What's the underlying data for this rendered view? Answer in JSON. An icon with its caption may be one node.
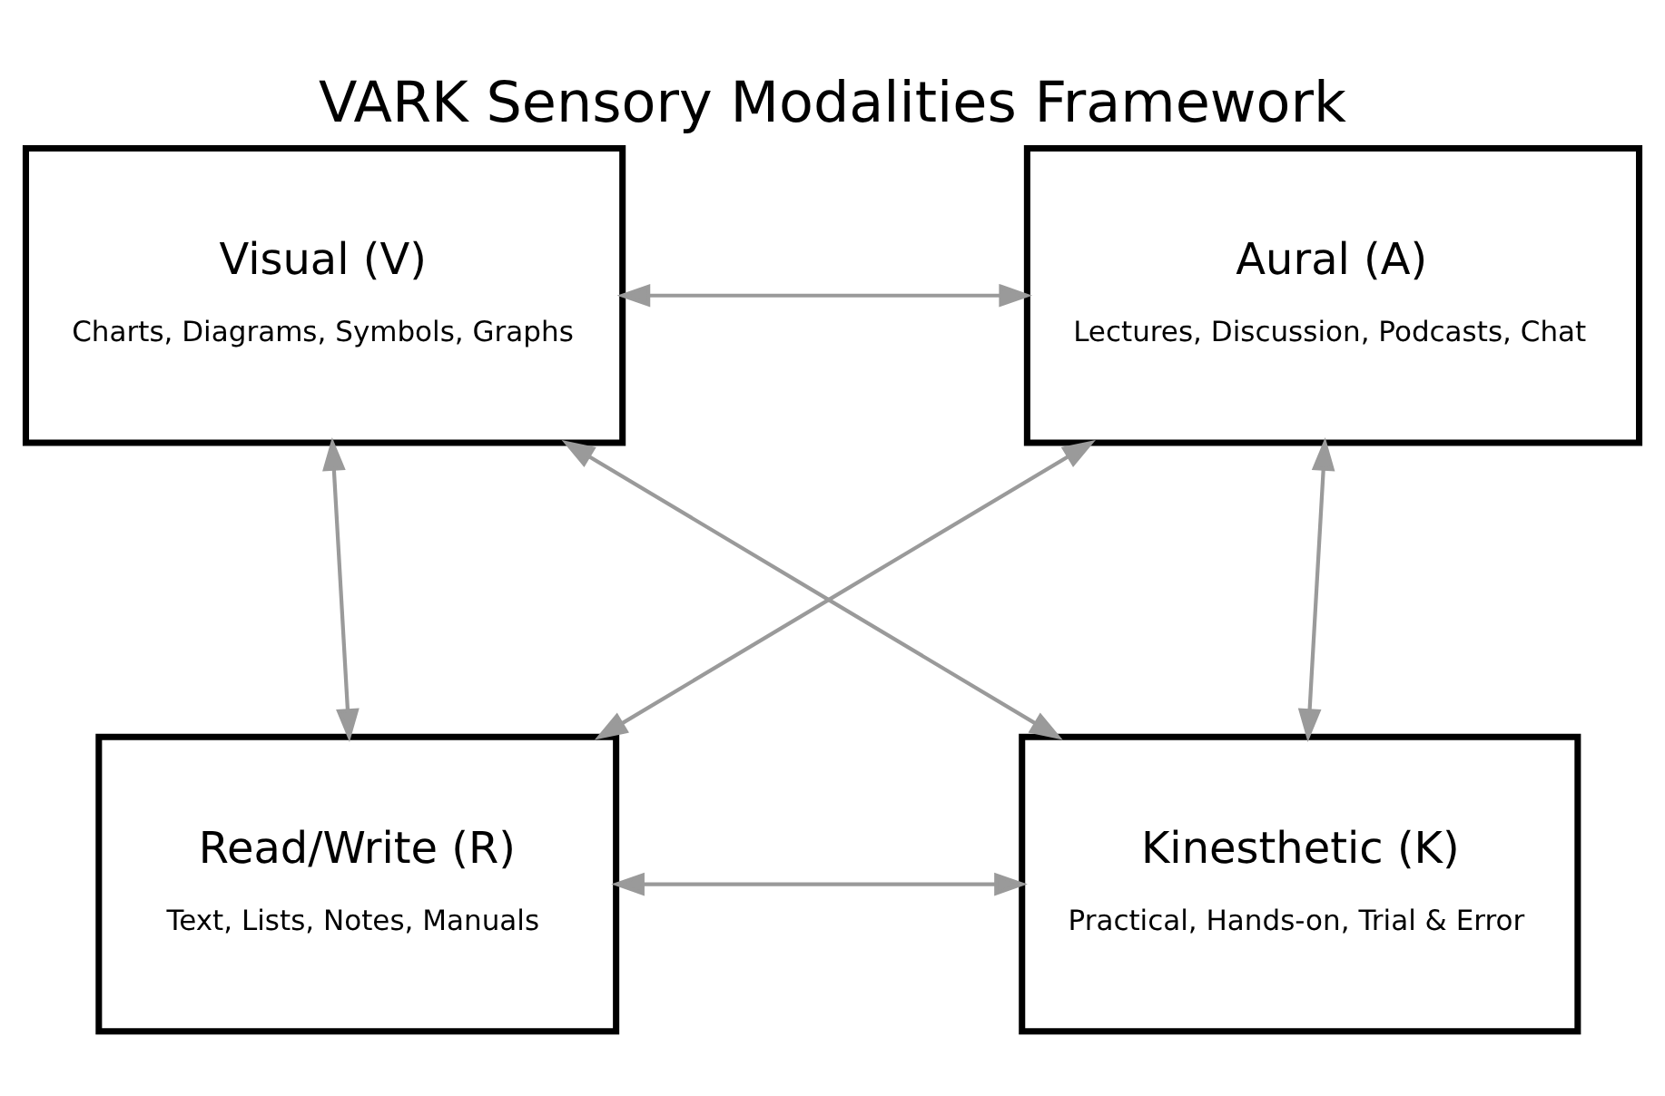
{
  "diagram": {
    "title": "VARK Sensory Modalities Framework",
    "nodes": [
      {
        "text": [
          "Visual (V)",
          "Charts, Diagrams, Symbols, Graphs"
        ]
      },
      {
        "text": [
          "Aural (A)",
          "Lectures, Discussion, Podcasts, Chat"
        ]
      },
      {
        "text": [
          "Read/Write (R)",
          "Text, Lists, Notes, Manuals"
        ]
      },
      {
        "text": [
          "Kinesthetic (K)",
          "Practical, Hands-on, Trial & Error"
        ]
      }
    ],
    "edges": [
      {
        "from": 0,
        "to": 1,
        "arrow": "both"
      },
      {
        "from": 0,
        "to": 2,
        "arrow": "both"
      },
      {
        "from": 1,
        "to": 3,
        "arrow": "both"
      },
      {
        "from": 0,
        "to": 3,
        "arrow": "both"
      },
      {
        "from": 1,
        "to": 2,
        "arrow": "both"
      },
      {
        "from": 2,
        "to": 3,
        "arrow": "both"
      }
    ]
  }
}
